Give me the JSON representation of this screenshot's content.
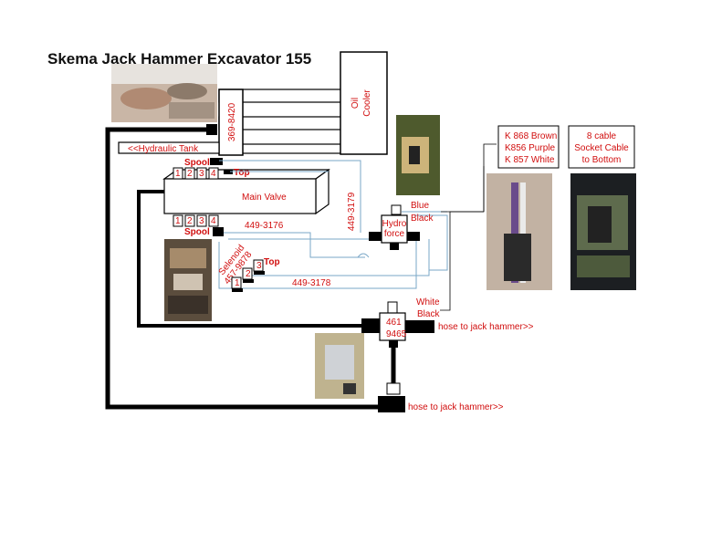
{
  "title": "Skema Jack Hammer Excavator 155",
  "oil_cooler": "Oil Cooler",
  "part_369": "369-8420",
  "hydraulic_tank": "<<Hydraulic Tank",
  "spool": "Spool",
  "top": "Top",
  "main_valve": "Main Valve",
  "spool_numbers": [
    "1",
    "2",
    "3",
    "4"
  ],
  "spool_numbers_bottom": [
    "1",
    "2",
    "3",
    "4"
  ],
  "part_449_3176": "449-3176",
  "part_449_3179": "449-3179",
  "part_449_3178": "449-3178",
  "selenoid": "Selenoid",
  "part_457": "457-9878",
  "selenoid_numbers": [
    "1",
    "2",
    "3"
  ],
  "hydro_force": "Hydro force",
  "blue": "Blue",
  "black": "Black",
  "white": "White",
  "part_461": "461",
  "part_9465": "9465",
  "hose_label": "hose to jack hammer>>",
  "wire_colors": [
    "K 868 Brown",
    "K856 Purple",
    "K 857 White"
  ],
  "socket_note": [
    "8 cable",
    "Socket Cable",
    "to Bottom"
  ],
  "colors": {
    "label_red": "#d10e0e",
    "line_blue": "#7aa7c7",
    "pipe_black": "#000000"
  }
}
